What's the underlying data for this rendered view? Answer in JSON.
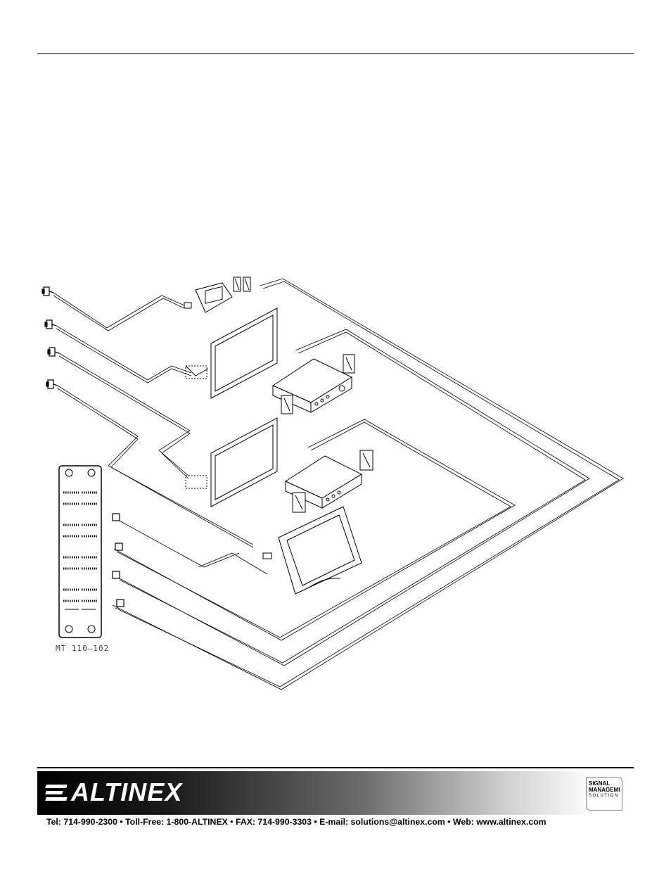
{
  "diagram": {
    "model_label": "MT 110–102"
  },
  "footer": {
    "company": "ALTINEX",
    "badge": [
      "SIGNAL",
      "MANAGEMI",
      "SOLUTION"
    ],
    "contact": "Tel: 714-990-2300 • Toll-Free: 1-800-ALTINEX • FAX: 714-990-3303 • E-mail: solutions@altinex.com • Web: www.altinex.com"
  },
  "colors": {
    "line": "#000000",
    "banner_dark": "#000000",
    "banner_light": "#ffffff"
  },
  "icons": [
    "video-connector-icon",
    "monitor-icon",
    "amplifier-icon",
    "speaker-icon",
    "card-icon",
    "altinex-logo-icon",
    "signal-management-badge-icon"
  ]
}
